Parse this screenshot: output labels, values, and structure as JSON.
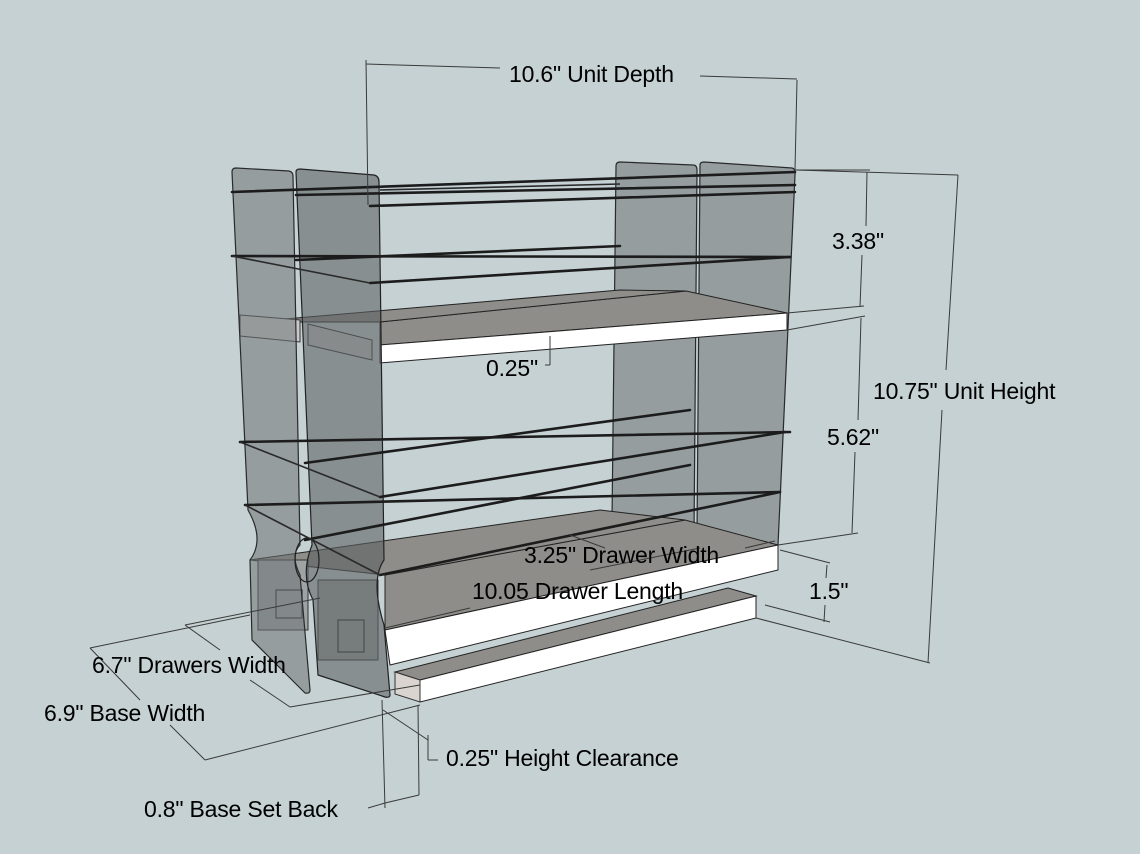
{
  "diagram": {
    "subject": "two-drawer pull-out spice rack",
    "background_color": "#c5d1d3",
    "panel_color": "#6e7374",
    "shelf_edge_color": "#ffffff",
    "shelf_surface_color": "#8f8d8a",
    "dimensions": {
      "unit_depth": "10.6\" Unit Depth",
      "upper_tier_height": "3.38\"",
      "unit_height": "10.75\" Unit Height",
      "lower_tier_height": "5.62\"",
      "shelf_thickness": "0.25\"",
      "drawer_width": "3.25\" Drawer Width",
      "drawer_length": "10.05 Drawer Length",
      "base_height": "1.5\"",
      "drawers_width": "6.7\" Drawers Width",
      "base_width": "6.9\" Base Width",
      "height_clearance": "0.25\" Height Clearance",
      "base_set_back": "0.8\" Base Set Back"
    }
  }
}
